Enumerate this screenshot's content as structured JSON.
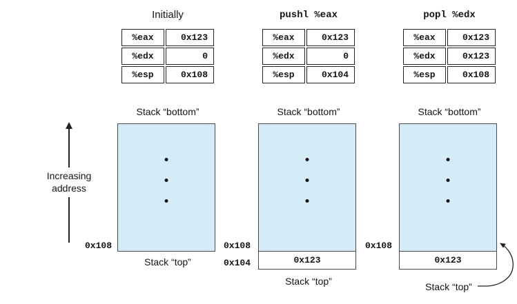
{
  "colors": {
    "stack_fill": "#d3ecf8",
    "line": "#222222",
    "box_line": "#4a4a4a"
  },
  "axis": {
    "line1": "Increasing",
    "line2": "address"
  },
  "columns": [
    {
      "title": "Initially",
      "registers": [
        {
          "name": "%eax",
          "value": "0x123"
        },
        {
          "name": "%edx",
          "value": "0"
        },
        {
          "name": "%esp",
          "value": "0x108"
        }
      ],
      "stack": {
        "bottom_label": "Stack “bottom”",
        "top_label": "Stack “top”",
        "addr_top": "0x108"
      }
    },
    {
      "title": "pushl %eax",
      "registers": [
        {
          "name": "%eax",
          "value": "0x123"
        },
        {
          "name": "%edx",
          "value": "0"
        },
        {
          "name": "%esp",
          "value": "0x104"
        }
      ],
      "stack": {
        "bottom_label": "Stack “bottom”",
        "top_label": "Stack “top”",
        "addr_top": "0x108",
        "addr_bottom": "0x104",
        "cell_value": "0x123"
      }
    },
    {
      "title": "popl %edx",
      "registers": [
        {
          "name": "%eax",
          "value": "0x123"
        },
        {
          "name": "%edx",
          "value": "0x123"
        },
        {
          "name": "%esp",
          "value": "0x108"
        }
      ],
      "stack": {
        "bottom_label": "Stack “bottom”",
        "top_label": "Stack “top”",
        "addr_top": "0x108",
        "cell_value": "0x123"
      }
    }
  ]
}
